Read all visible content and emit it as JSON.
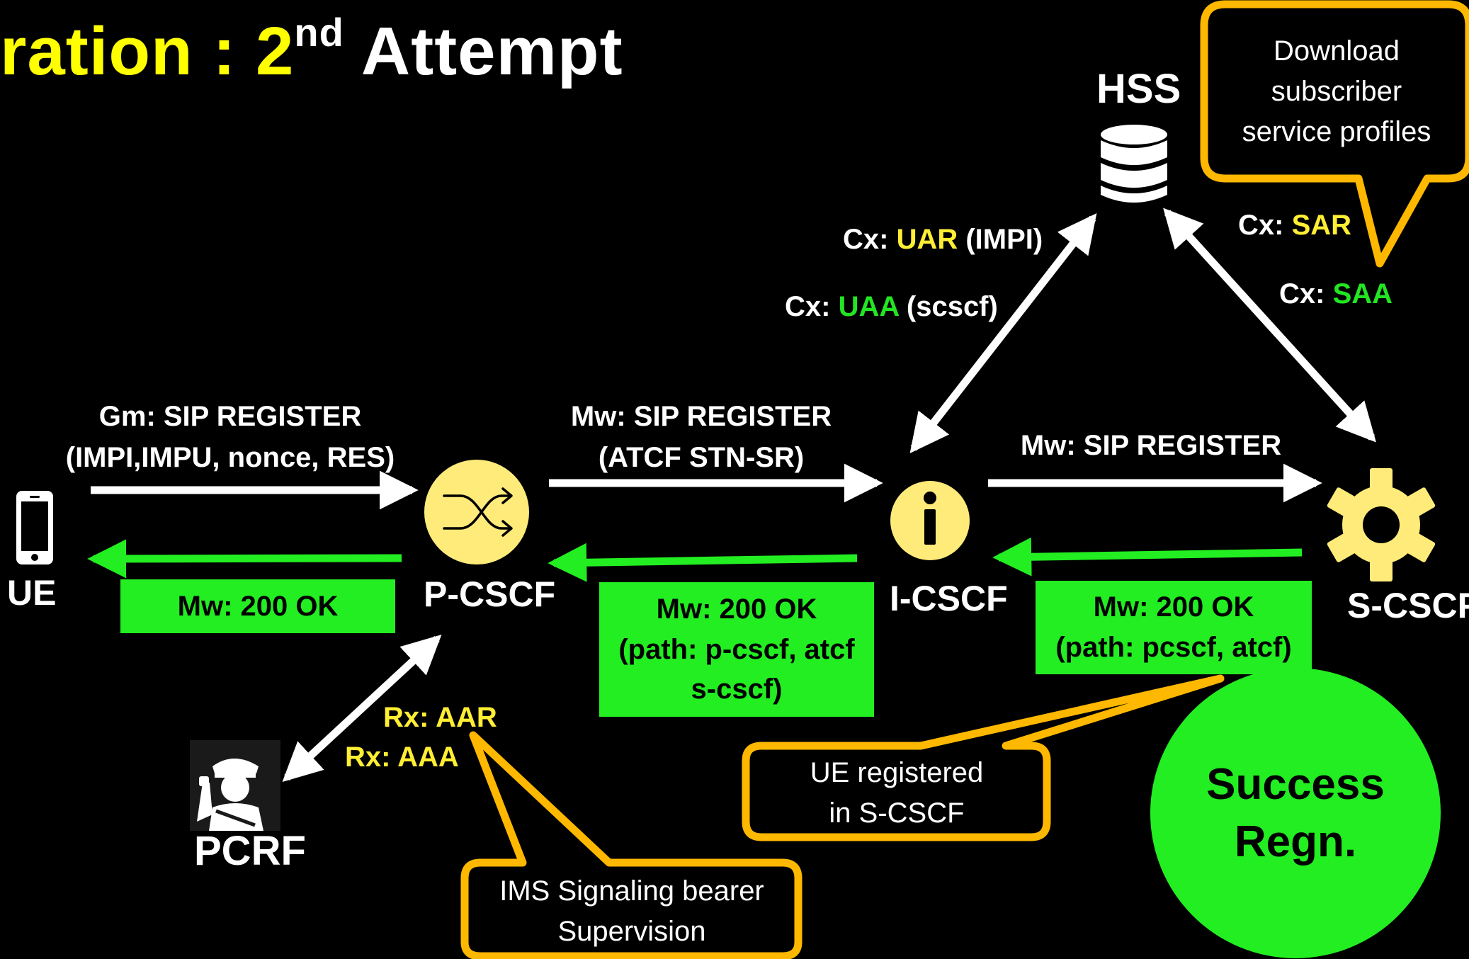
{
  "title": {
    "part1": "ration : 2",
    "sup": "nd",
    "part2": " Attempt"
  },
  "nodes": {
    "ue": "UE",
    "pcscf": "P-CSCF",
    "icscf": "I-CSCF",
    "scscf": "S-CSCF",
    "hss": "HSS",
    "pcrf": "PCRF"
  },
  "messages": {
    "gm_register_1": "Gm: SIP REGISTER",
    "gm_register_2": "(IMPI,IMPU, nonce, RES)",
    "mw_register_1": "Mw: SIP REGISTER",
    "mw_register_2": "(ATCF STN-SR)",
    "mw_register_3": "Mw: SIP REGISTER",
    "cx_prefix": "Cx: ",
    "uar": "UAR",
    "uar_suffix": " (IMPI)",
    "uaa": "UAA",
    "uaa_suffix": " (scscf)",
    "sar": "SAR",
    "saa": "SAA",
    "rx_aar": "Rx: AAR",
    "rx_aaa": "Rx: AAA"
  },
  "green_boxes": {
    "box1": "Mw: 200 OK",
    "box2_l1": "Mw: 200 OK",
    "box2_l2": "(path: p-cscf, atcf",
    "box2_l3": "s-cscf)",
    "box3_l1": "Mw: 200 OK",
    "box3_l2": "(path: pcscf, atcf)"
  },
  "callouts": {
    "download_l1": "Download",
    "download_l2": "subscriber",
    "download_l3": "service profiles",
    "ue_registered_l1": "UE registered",
    "ue_registered_l2": "in S-CSCF",
    "ims_l1": "IMS Signaling bearer",
    "ims_l2": "Supervision"
  },
  "success": {
    "l1": "Success",
    "l2": "Regn."
  },
  "colors": {
    "background": "#000000",
    "highlight_yellow": "#FFFF00",
    "reply_green": "#22EE22",
    "node_yellow": "#FFEB7A",
    "callout_border": "#FFB800"
  },
  "icons": {
    "ue": "smartphone-icon",
    "pcscf": "shuffle-icon",
    "icscf": "info-icon",
    "scscf": "gear-icon",
    "hss": "database-icon",
    "pcrf": "police-officer-icon"
  }
}
